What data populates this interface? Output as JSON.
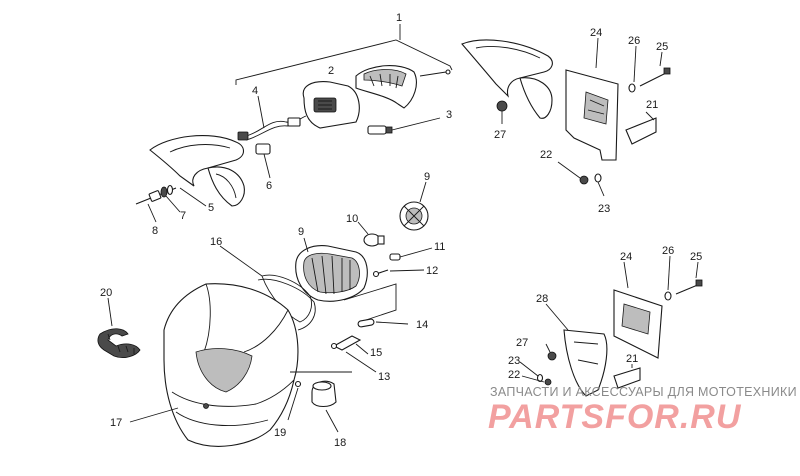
{
  "labels": [
    "1",
    "2",
    "3",
    "4",
    "5",
    "6",
    "7",
    "8",
    "9",
    "9",
    "10",
    "11",
    "12",
    "13",
    "14",
    "15",
    "16",
    "17",
    "18",
    "19",
    "20",
    "21",
    "21",
    "22",
    "22",
    "23",
    "23",
    "24",
    "24",
    "25",
    "25",
    "26",
    "26",
    "27",
    "27",
    "28"
  ],
  "watermark": {
    "caption": "ЗАПЧАСТИ И АКСЕССУАРЫ ДЛЯ МОТОТЕХНИКИ",
    "brand": "PARTSFOR.RU"
  }
}
